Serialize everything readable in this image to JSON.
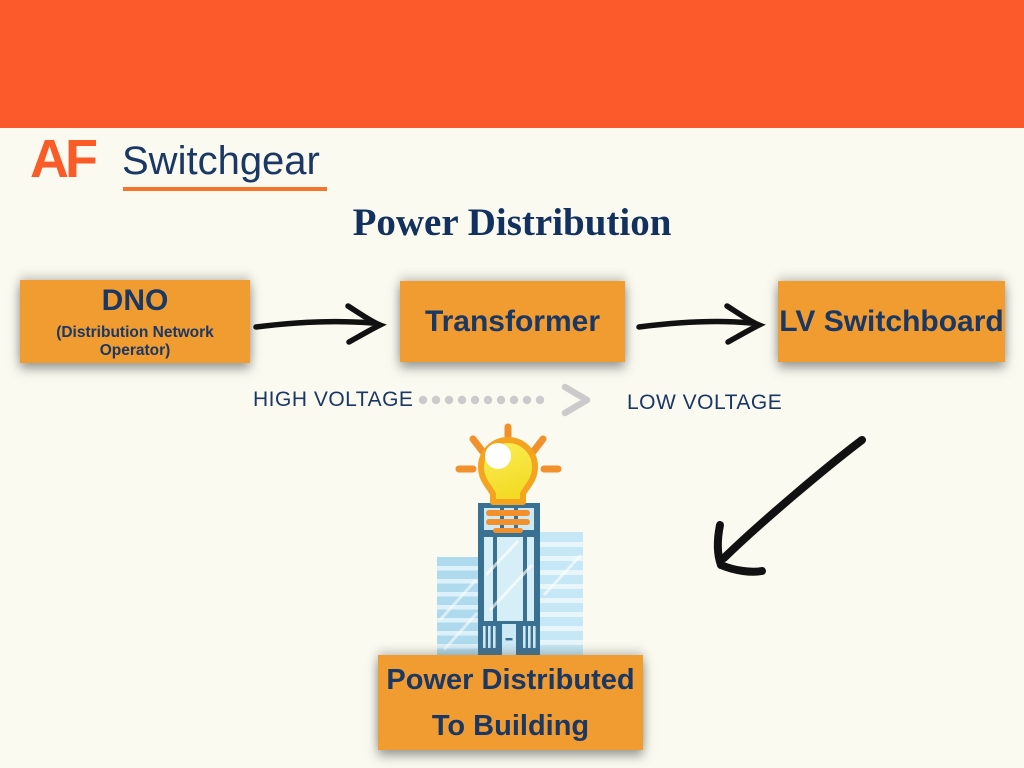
{
  "page": {
    "banner_color": "#FC5A2A",
    "background_color": "#FAFAF0"
  },
  "logo": {
    "monogram": "AF",
    "name": "Switchgear",
    "monogram_color": "#FB5B27",
    "name_color": "#1B3764",
    "underline_color": "#F5742C"
  },
  "title": "Power Distribution",
  "flow": {
    "nodes": [
      {
        "label": "DNO",
        "sublabel": "(Distribution Network Operator)"
      },
      {
        "label": "Transformer"
      },
      {
        "label": "LV Switchboard"
      }
    ],
    "high_voltage_label": "HIGH VOLTAGE",
    "low_voltage_label": "LOW VOLTAGE",
    "node_fill_color": "#F09C30",
    "node_text_color": "#1B3764",
    "arrow_color": "#111111",
    "dashed_arrow_color": "#CBCBCB"
  },
  "destination": {
    "line1": "Power Distributed",
    "line2": "To Building"
  },
  "icons": {
    "lightbulb": "lightbulb-icon",
    "building": "building-icon",
    "colors": {
      "bulb_yellow": "#F6E534",
      "bulb_outline": "#F5A41F",
      "ray_orange": "#F2902B",
      "building_frame": "#3A7193",
      "building_glass": "#D6EEF8"
    }
  }
}
